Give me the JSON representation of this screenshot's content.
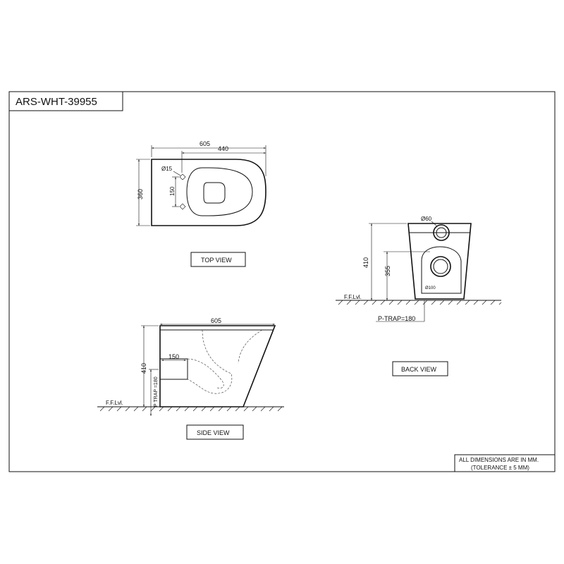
{
  "title_block": {
    "code": "ARS-WHT-39955"
  },
  "top_view": {
    "label": "TOP VIEW",
    "dim_overall_length": "605",
    "dim_seat_length": "440",
    "dim_width": "360",
    "dim_hole_dia": "Ø15",
    "dim_hole_spacing": "150"
  },
  "back_view": {
    "label": "BACK VIEW",
    "dim_inlet_dia": "Ø60",
    "dim_outlet_dia": "Ø100",
    "dim_height": "410",
    "dim_outlet_height": "355",
    "floor_label": "F.F.Lvl.",
    "trap_label": "P-TRAP=180"
  },
  "side_view": {
    "label": "SIDE VIEW",
    "dim_length": "605",
    "dim_height": "410",
    "dim_outlet_depth": "150",
    "trap_label": "P TRAP =180",
    "floor_label": "F.F.Lvl."
  },
  "notes": {
    "line1": "ALL DIMENSIONS ARE IN MM.",
    "line2": "(TOLERANCE ± 5 MM)"
  }
}
